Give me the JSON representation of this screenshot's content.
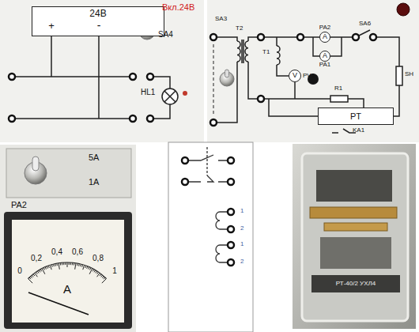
{
  "diagram": {
    "nodes": [
      {
        "text": [
          "24В"
        ]
      },
      {
        "text": [
          "PA2",
          "A"
        ]
      },
      {
        "text": [
          "PA1",
          "A"
        ]
      },
      {
        "text": [
          "V",
          "PV1"
        ]
      },
      {
        "text": [
          "PT"
        ]
      }
    ],
    "labels": [
      "Вкл.24В",
      "+",
      "-",
      "SA4",
      "HL1",
      "SA3",
      "T2",
      "T1",
      "SA6",
      "SH",
      "R1",
      "KA1",
      "5A",
      "1A",
      "PA2",
      "0",
      "0,2",
      "0,4",
      "0,6",
      "0,8",
      "1",
      "A",
      "1",
      "2",
      "1",
      "2",
      "РТ-40/2 УХЛ4"
    ]
  }
}
